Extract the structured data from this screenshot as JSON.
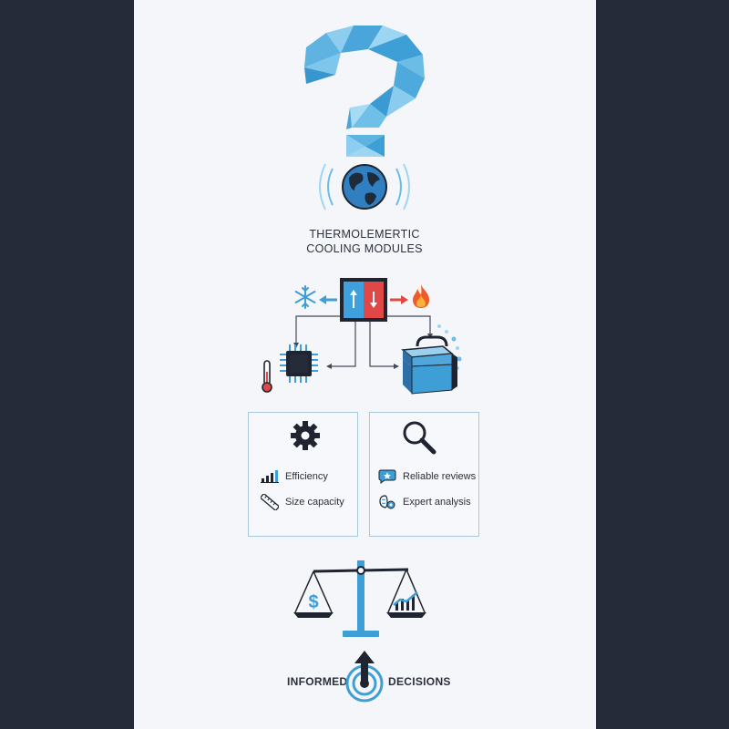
{
  "title": {
    "line1": "THERMOLEMERTIC",
    "line2": "COOLING MODULES"
  },
  "cards": [
    {
      "header_icon": "gear-icon",
      "items": [
        {
          "icon": "bar-chart-icon",
          "label": "Efficiency"
        },
        {
          "icon": "ruler-icon",
          "label": "Size capacity"
        }
      ]
    },
    {
      "header_icon": "magnifier-icon",
      "items": [
        {
          "icon": "review-bubble-icon",
          "label": "Reliable reviews"
        },
        {
          "icon": "brain-gear-icon",
          "label": "Expert analysis"
        }
      ]
    }
  ],
  "footer": {
    "left": "INFORMED",
    "right": "DECISIONS"
  },
  "colors": {
    "background": "#262b3a",
    "panel": "#f4f6f9",
    "accent_blue": "#3e9ed6",
    "accent_red": "#e04848",
    "dark": "#1f2430"
  }
}
